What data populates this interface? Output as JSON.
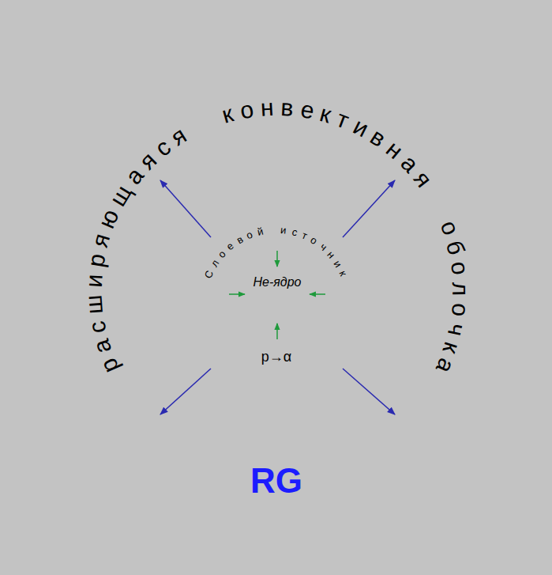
{
  "diagram": {
    "nodes": [
      {
        "text": [
          "расширяющаяся конвективная оболочка"
        ]
      },
      {
        "text": [
          "Слоевой источник",
          "p→α"
        ],
        "in": 0
      },
      {
        "text": [
          "He-ядро"
        ],
        "in": 1
      }
    ],
    "labels": [
      "RG"
    ]
  }
}
